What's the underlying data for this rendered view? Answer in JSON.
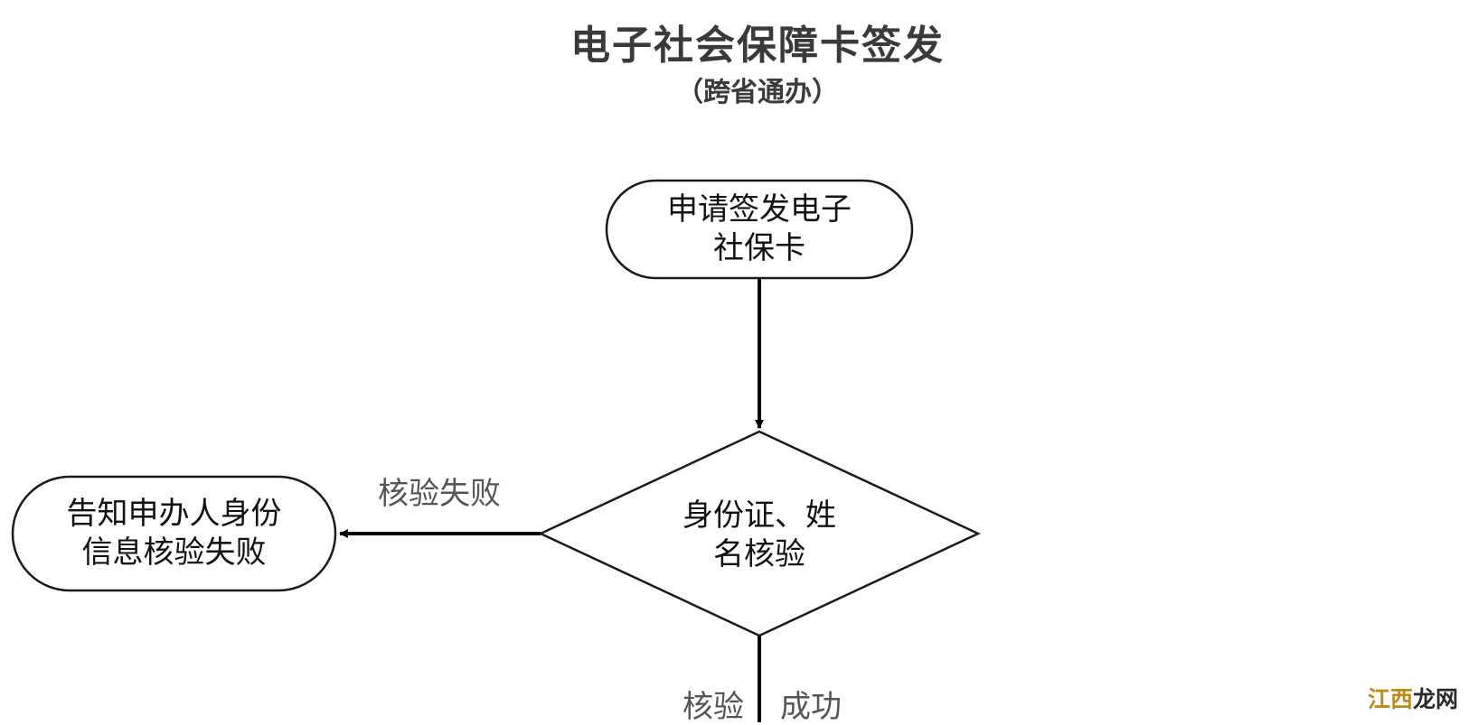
{
  "title": "电子社会保障卡签发",
  "subtitle": "（跨省通办）",
  "nodes": {
    "start": {
      "line1": "申请签发电子",
      "line2": "社保卡"
    },
    "decision": {
      "line1": "身份证、姓",
      "line2": "名核验"
    },
    "fail": {
      "line1": "告知申办人身份",
      "line2": "信息核验失败"
    }
  },
  "edges": {
    "fail_label": "核验失败",
    "success_label_a": "核验",
    "success_label_b": "成功"
  },
  "watermark": {
    "part1": "江西",
    "part2": "龙网"
  }
}
